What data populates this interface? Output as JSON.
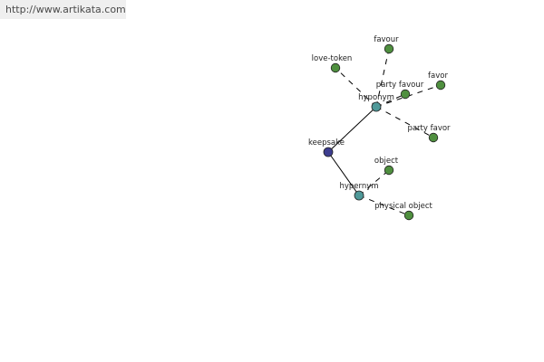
{
  "header": {
    "url": "http://www.artikata.com"
  },
  "colors": {
    "root": "#3d3d8f",
    "relation": "#4f9999",
    "leaf": "#4f8f3f",
    "stroke": "#222222",
    "edge": "#000000"
  },
  "graph": {
    "nodes": [
      {
        "id": "keepsake",
        "label": "keepsake",
        "kind": "root"
      },
      {
        "id": "hyponym",
        "label": "hyponym",
        "kind": "relation"
      },
      {
        "id": "hypernym",
        "label": "hypernym",
        "kind": "relation"
      },
      {
        "id": "favour",
        "label": "favour",
        "kind": "leaf"
      },
      {
        "id": "love-token",
        "label": "love-token",
        "kind": "leaf"
      },
      {
        "id": "party-favour",
        "label": "party favour",
        "kind": "leaf"
      },
      {
        "id": "favor",
        "label": "favor",
        "kind": "leaf"
      },
      {
        "id": "party-favor",
        "label": "party favor",
        "kind": "leaf"
      },
      {
        "id": "object",
        "label": "object",
        "kind": "leaf"
      },
      {
        "id": "physical-object",
        "label": "physical object",
        "kind": "leaf"
      }
    ],
    "edges": [
      {
        "from": "keepsake",
        "to": "hyponym",
        "style": "solid"
      },
      {
        "from": "keepsake",
        "to": "hypernym",
        "style": "solid"
      },
      {
        "from": "hyponym",
        "to": "favour",
        "style": "dashed"
      },
      {
        "from": "hyponym",
        "to": "love-token",
        "style": "dashed"
      },
      {
        "from": "hyponym",
        "to": "party-favour",
        "style": "dashed"
      },
      {
        "from": "hyponym",
        "to": "favor",
        "style": "dashed"
      },
      {
        "from": "hyponym",
        "to": "party-favor",
        "style": "dashed"
      },
      {
        "from": "hypernym",
        "to": "object",
        "style": "dashed"
      },
      {
        "from": "hypernym",
        "to": "physical-object",
        "style": "dashed"
      }
    ]
  }
}
